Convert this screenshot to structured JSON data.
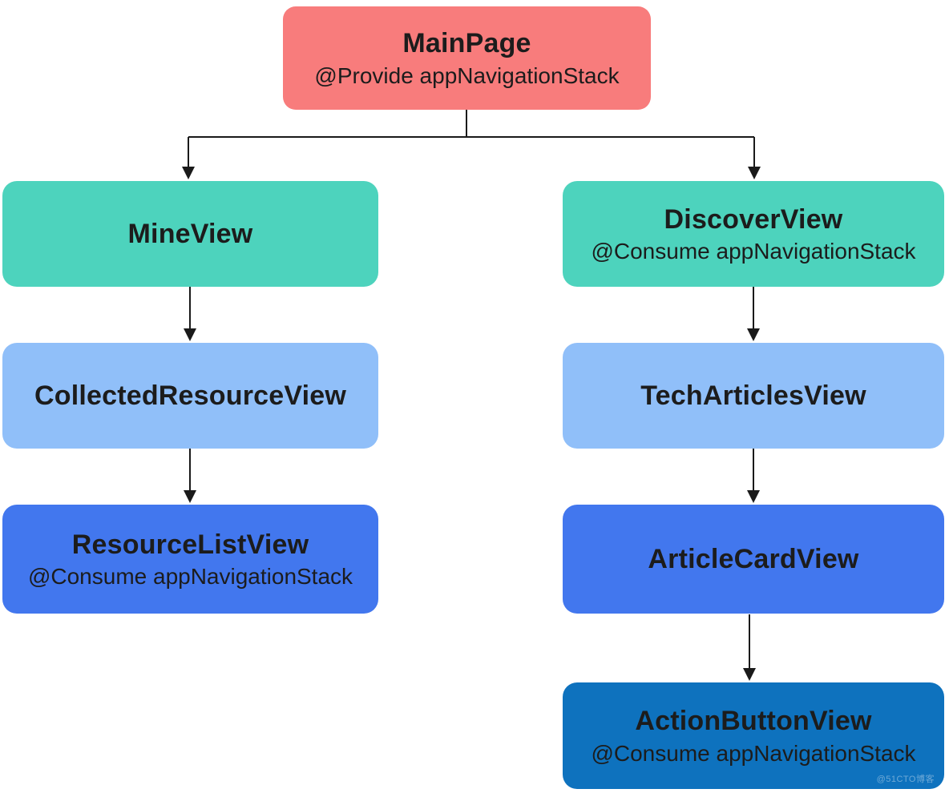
{
  "diagram": {
    "type": "flowchart"
  },
  "colors": {
    "main_page_bg": "#F87C7C",
    "teal_bg": "#4DD3BD",
    "light_blue_bg": "#90BFF9",
    "blue_bg": "#4277EE",
    "dark_blue_bg": "#0E72BE",
    "text": "#1C1C1C",
    "connector": "#1A1A1A",
    "background": "#FFFFFF"
  },
  "nodes": {
    "main_page": {
      "title": "MainPage",
      "subtitle": "@Provide appNavigationStack",
      "color": "#F87C7C"
    },
    "mine_view": {
      "title": "MineView",
      "color": "#4DD3BD"
    },
    "discover_view": {
      "title": "DiscoverView",
      "subtitle": "@Consume appNavigationStack",
      "color": "#4DD3BD"
    },
    "collected_resource_view": {
      "title": "CollectedResourceView",
      "color": "#90BFF9"
    },
    "tech_articles_view": {
      "title": "TechArticlesView",
      "color": "#90BFF9"
    },
    "resource_list_view": {
      "title": "ResourceListView",
      "subtitle": "@Consume appNavigationStack",
      "color": "#4277EE"
    },
    "article_card_view": {
      "title": "ArticleCardView",
      "color": "#4277EE"
    },
    "action_button_view": {
      "title": "ActionButtonView",
      "subtitle": "@Consume appNavigationStack",
      "color": "#0E72BE"
    }
  },
  "edges": [
    {
      "from": "MainPage",
      "to": "MineView"
    },
    {
      "from": "MainPage",
      "to": "DiscoverView"
    },
    {
      "from": "MineView",
      "to": "CollectedResourceView"
    },
    {
      "from": "CollectedResourceView",
      "to": "ResourceListView"
    },
    {
      "from": "DiscoverView",
      "to": "TechArticlesView"
    },
    {
      "from": "TechArticlesView",
      "to": "ArticleCardView"
    },
    {
      "from": "ArticleCardView",
      "to": "ActionButtonView"
    }
  ],
  "watermark": "@51CTO博客"
}
